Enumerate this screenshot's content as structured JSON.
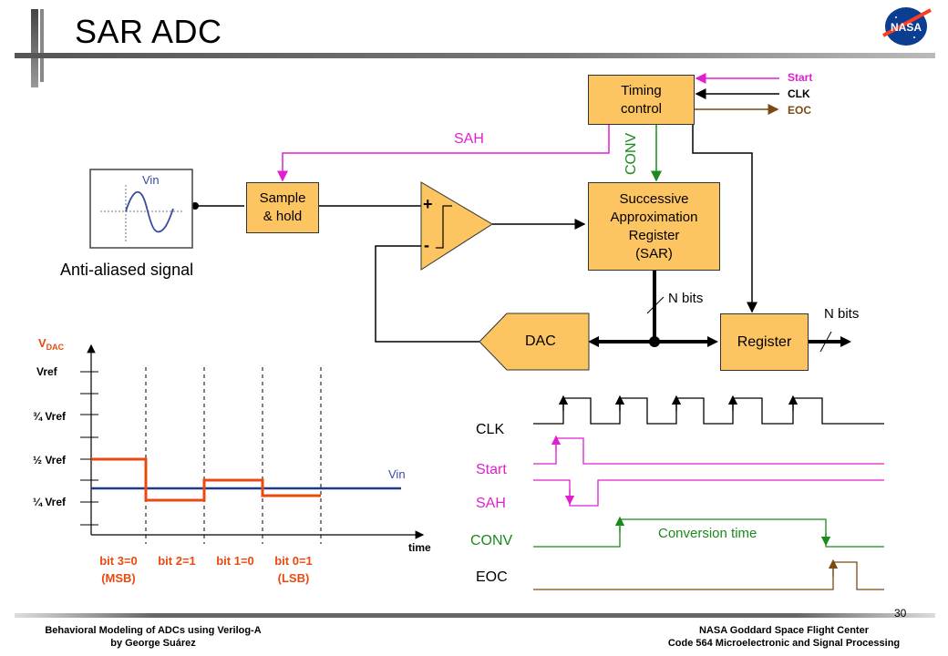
{
  "title": "SAR ADC",
  "logo_text": "NASA",
  "signals": {
    "start": "Start",
    "clk": "CLK",
    "eoc": "EOC",
    "sah": "SAH",
    "conv": "CONV"
  },
  "blocks": {
    "timing": "Timing\ncontrol",
    "sample_hold": "Sample\n& hold",
    "sar": "Successive\nApproximation\nRegister\n(SAR)",
    "dac": "DAC",
    "register": "Register"
  },
  "comparator": {
    "plus": "+",
    "minus": "-"
  },
  "input": {
    "vin": "Vin",
    "caption": "Anti-aliased signal"
  },
  "buses": {
    "nbits_a": "N bits",
    "nbits_b": "N bits"
  },
  "vdac_plot": {
    "ylabel_main": "V",
    "ylabel_sub": "DAC",
    "ticks": [
      "Vref",
      "¾ Vref",
      "½ Vref",
      "¼ Vref"
    ],
    "vin": "Vin",
    "xlabel": "time",
    "bits": [
      {
        "top": "bit 3=0",
        "bottom": "(MSB)"
      },
      {
        "top": "bit 2=1",
        "bottom": ""
      },
      {
        "top": "bit 1=0",
        "bottom": ""
      },
      {
        "top": "bit 0=1",
        "bottom": "(LSB)"
      }
    ]
  },
  "timing_diagram": {
    "rows": [
      "CLK",
      "Start",
      "SAH",
      "CONV",
      "EOC"
    ],
    "conversion_label": "Conversion time"
  },
  "page_number": "30",
  "footer": {
    "left": "Behavioral Modeling of ADCs using Verilog-A\nby George Suárez",
    "right": "NASA Goddard Space Flight Center\nCode 564 Microelectronic and Signal Processing"
  },
  "colors": {
    "block_fill": "#fdc462",
    "start": "#e020d0",
    "clk": "#000000",
    "eoc": "#7a4a10",
    "conv": "#1a8a1a",
    "sah": "#e020d0",
    "vdac_step": "#e84a10",
    "vin_line": "#1e3a8a",
    "vin_text": "#3a4aa0",
    "nasa_blue": "#0b3d91",
    "nasa_red": "#fc3d21"
  }
}
